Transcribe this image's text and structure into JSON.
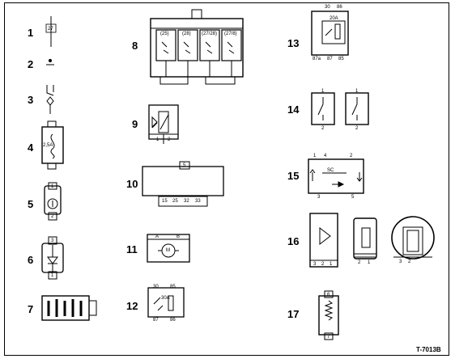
{
  "items": [
    {
      "number": "1",
      "labels": [
        "27"
      ]
    },
    {
      "number": "2",
      "labels": []
    },
    {
      "number": "3",
      "labels": []
    },
    {
      "number": "4",
      "labels": [
        "2,5A"
      ]
    },
    {
      "number": "5",
      "labels": [
        "1",
        "2"
      ]
    },
    {
      "number": "6",
      "labels": [
        "3",
        "1"
      ]
    },
    {
      "number": "7",
      "labels": []
    },
    {
      "number": "8",
      "labels": [
        "(25)",
        "(28)",
        "(27/28)",
        "(27/8)"
      ]
    },
    {
      "number": "9",
      "labels": [
        "1",
        "2"
      ]
    },
    {
      "number": "10",
      "labels": [
        "5",
        "15",
        "25",
        "32",
        "33"
      ]
    },
    {
      "number": "11",
      "labels": [
        "A",
        "B",
        "M"
      ]
    },
    {
      "number": "12",
      "labels": [
        "30",
        "85",
        "30A",
        "87",
        "86"
      ]
    },
    {
      "number": "13",
      "labels": [
        "30",
        "86",
        "20A",
        "87a",
        "87",
        "85"
      ]
    },
    {
      "number": "14",
      "labels": [
        "1",
        "2",
        "1",
        "2"
      ]
    },
    {
      "number": "15",
      "labels": [
        "1",
        "4",
        "2",
        "SC",
        "3",
        "5"
      ]
    },
    {
      "number": "16",
      "labels": [
        "3",
        "2",
        "1",
        "2",
        "1",
        "3",
        "2"
      ]
    },
    {
      "number": "17",
      "labels": [
        "6",
        "7"
      ]
    }
  ],
  "figure_code": "T-7013B"
}
